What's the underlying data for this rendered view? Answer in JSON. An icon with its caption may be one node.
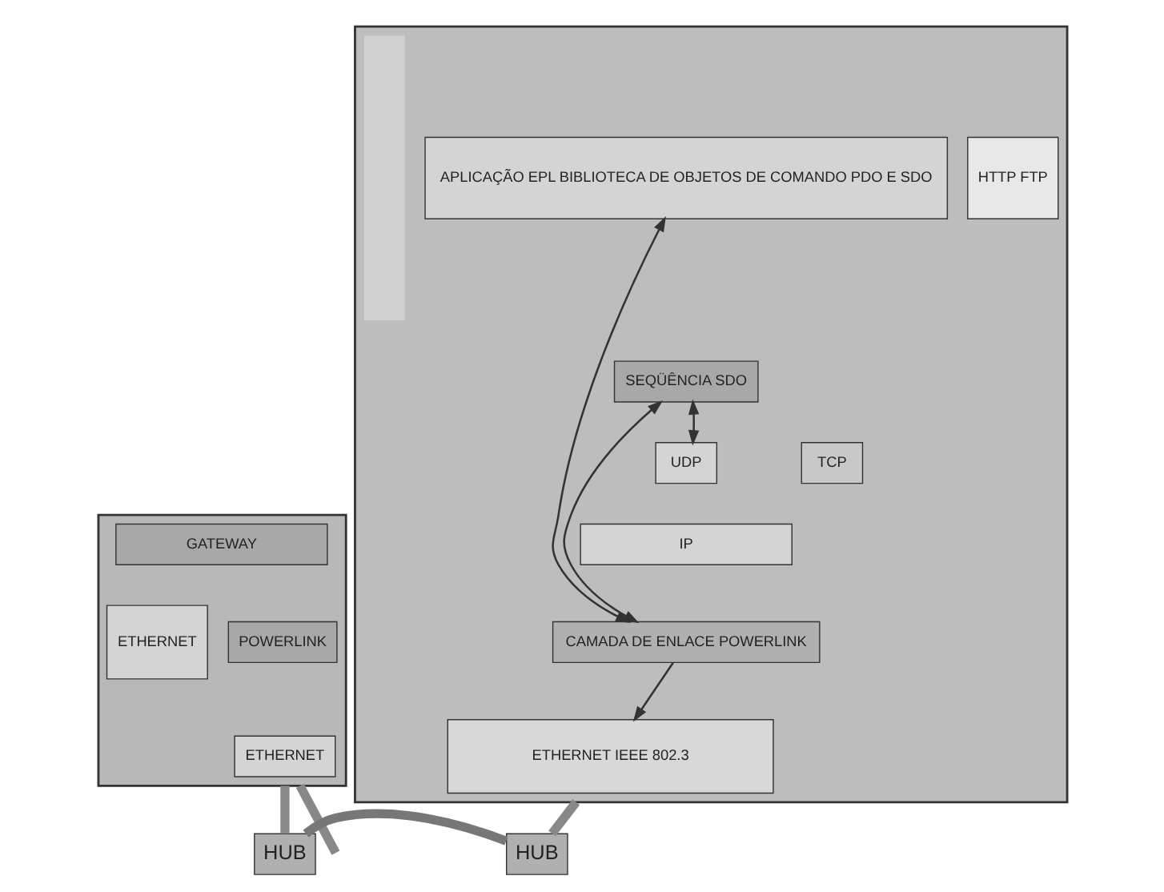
{
  "diagram": {
    "nodes": [
      {
        "text": [],
        "shape": "box"
      },
      {
        "text": [
          "GATEWAY"
        ],
        "in": 0
      },
      {
        "text": [
          "ETHERNET"
        ],
        "in": 0
      },
      {
        "text": [
          "POWERLINK"
        ],
        "in": 0
      },
      {
        "text": [
          "ETHERNET"
        ],
        "in": 0
      },
      {
        "text": [],
        "shape": "box"
      },
      {
        "text": [],
        "shape": "bar",
        "in": 5
      },
      {
        "text": [
          "APLICAÇÃO EPL BIBLIOTECA DE OBJETOS DE COMANDO PDO E SDO"
        ],
        "in": 5
      },
      {
        "text": [
          "HTTP FTP"
        ],
        "in": 5
      },
      {
        "text": [
          "SEQÜÊNCIA SDO"
        ],
        "in": 5
      },
      {
        "text": [
          "UDP"
        ],
        "in": 5
      },
      {
        "text": [
          "TCP"
        ],
        "in": 5
      },
      {
        "text": [
          "IP"
        ],
        "in": 5
      },
      {
        "text": [
          "CAMADA DE ENLACE POWERLINK"
        ],
        "in": 5
      },
      {
        "text": [
          "ETHERNET IEEE 802.3"
        ],
        "in": 5
      },
      {
        "text": [
          "HUB"
        ]
      },
      {
        "text": [
          "HUB"
        ]
      }
    ],
    "edges": [
      {
        "from": 7,
        "to": 13,
        "arrow": "both"
      },
      {
        "from": 9,
        "to": 13,
        "arrow": "both"
      },
      {
        "from": 9,
        "to": 10,
        "arrow": "both"
      },
      {
        "from": 13,
        "to": 14,
        "arrow": "to"
      },
      {
        "from": 0,
        "to": null,
        "arrow": "none",
        "style": "thick",
        "color": "#888888"
      },
      {
        "from": 0,
        "to": 15,
        "arrow": "none",
        "style": "thick",
        "color": "#888888"
      },
      {
        "from": 15,
        "to": 16,
        "arrow": "none",
        "style": "thick",
        "color": "#777777"
      },
      {
        "from": 5,
        "to": 16,
        "arrow": "none",
        "style": "thick",
        "color": "#888888"
      }
    ]
  }
}
